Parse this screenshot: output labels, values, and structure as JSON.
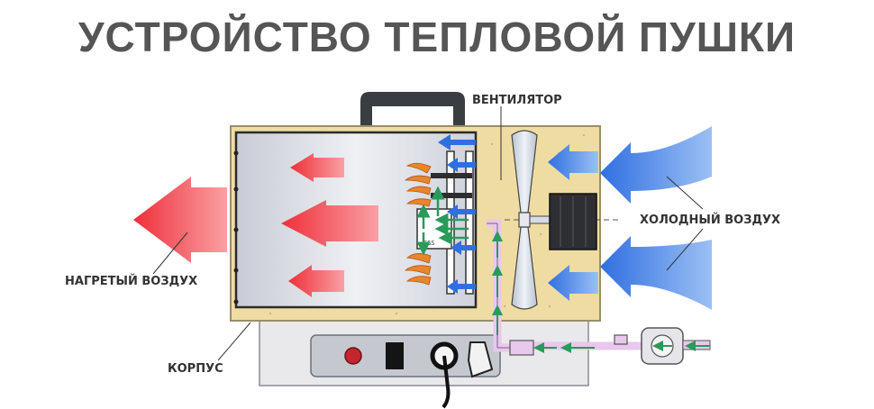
{
  "title": "УСТРОЙСТВО ТЕПЛОВОЙ ПУШКИ",
  "labels": {
    "fan": "ВЕНТИЛЯТОР",
    "cold_air": "ХОЛОДНЫЙ ВОЗДУХ",
    "hot_air": "НАГРЕТЫЙ ВОЗДУХ",
    "housing": "КОРПУС"
  },
  "colors": {
    "hot_air": "#e8323c",
    "cold_air": "#2f6fe0",
    "housing": "#efdca3",
    "chamber": "#dedfe6",
    "flame": "#e8862a",
    "gas_line": "#e8c8ec",
    "gas_flow": "#2a9a5a"
  }
}
